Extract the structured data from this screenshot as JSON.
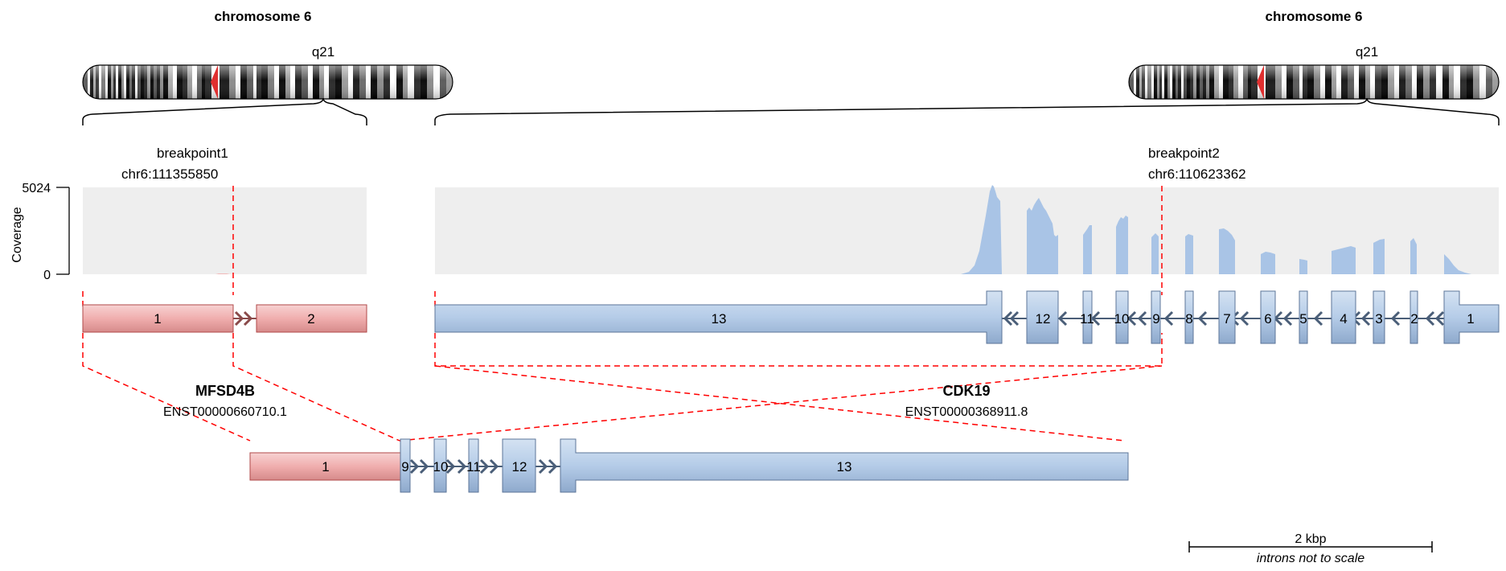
{
  "left_chromosome": {
    "title": "chromosome 6",
    "band": "q21"
  },
  "right_chromosome": {
    "title": "chromosome 6",
    "band": "q21"
  },
  "breakpoint1": {
    "label": "breakpoint1",
    "coord": "chr6:111355850"
  },
  "breakpoint2": {
    "label": "breakpoint2",
    "coord": "chr6:110623362"
  },
  "coverage": {
    "axis_label": "Coverage",
    "max": "5024",
    "min": "0"
  },
  "gene1": {
    "name": "MFSD4B",
    "transcript": "ENST00000660710.1",
    "color": "#f2b8b8",
    "exons": [
      "1",
      "2"
    ]
  },
  "gene2": {
    "name": "CDK19",
    "transcript": "ENST00000368911.8",
    "color": "#b9cfe8",
    "exons": [
      "13",
      "12",
      "11",
      "10",
      "9",
      "8",
      "7",
      "6",
      "5",
      "4",
      "3",
      "2",
      "1"
    ]
  },
  "fusion": {
    "exons": [
      "1",
      "9",
      "10",
      "11",
      "12",
      "13"
    ]
  },
  "scale_bar": {
    "label": "2 kbp",
    "note": "introns not to scale"
  },
  "colors": {
    "breakpoint_line": "#ff0000",
    "coverage_bg": "#eeeeee",
    "coverage_fill": "#a9c4e6",
    "centromere": "#e03030"
  }
}
